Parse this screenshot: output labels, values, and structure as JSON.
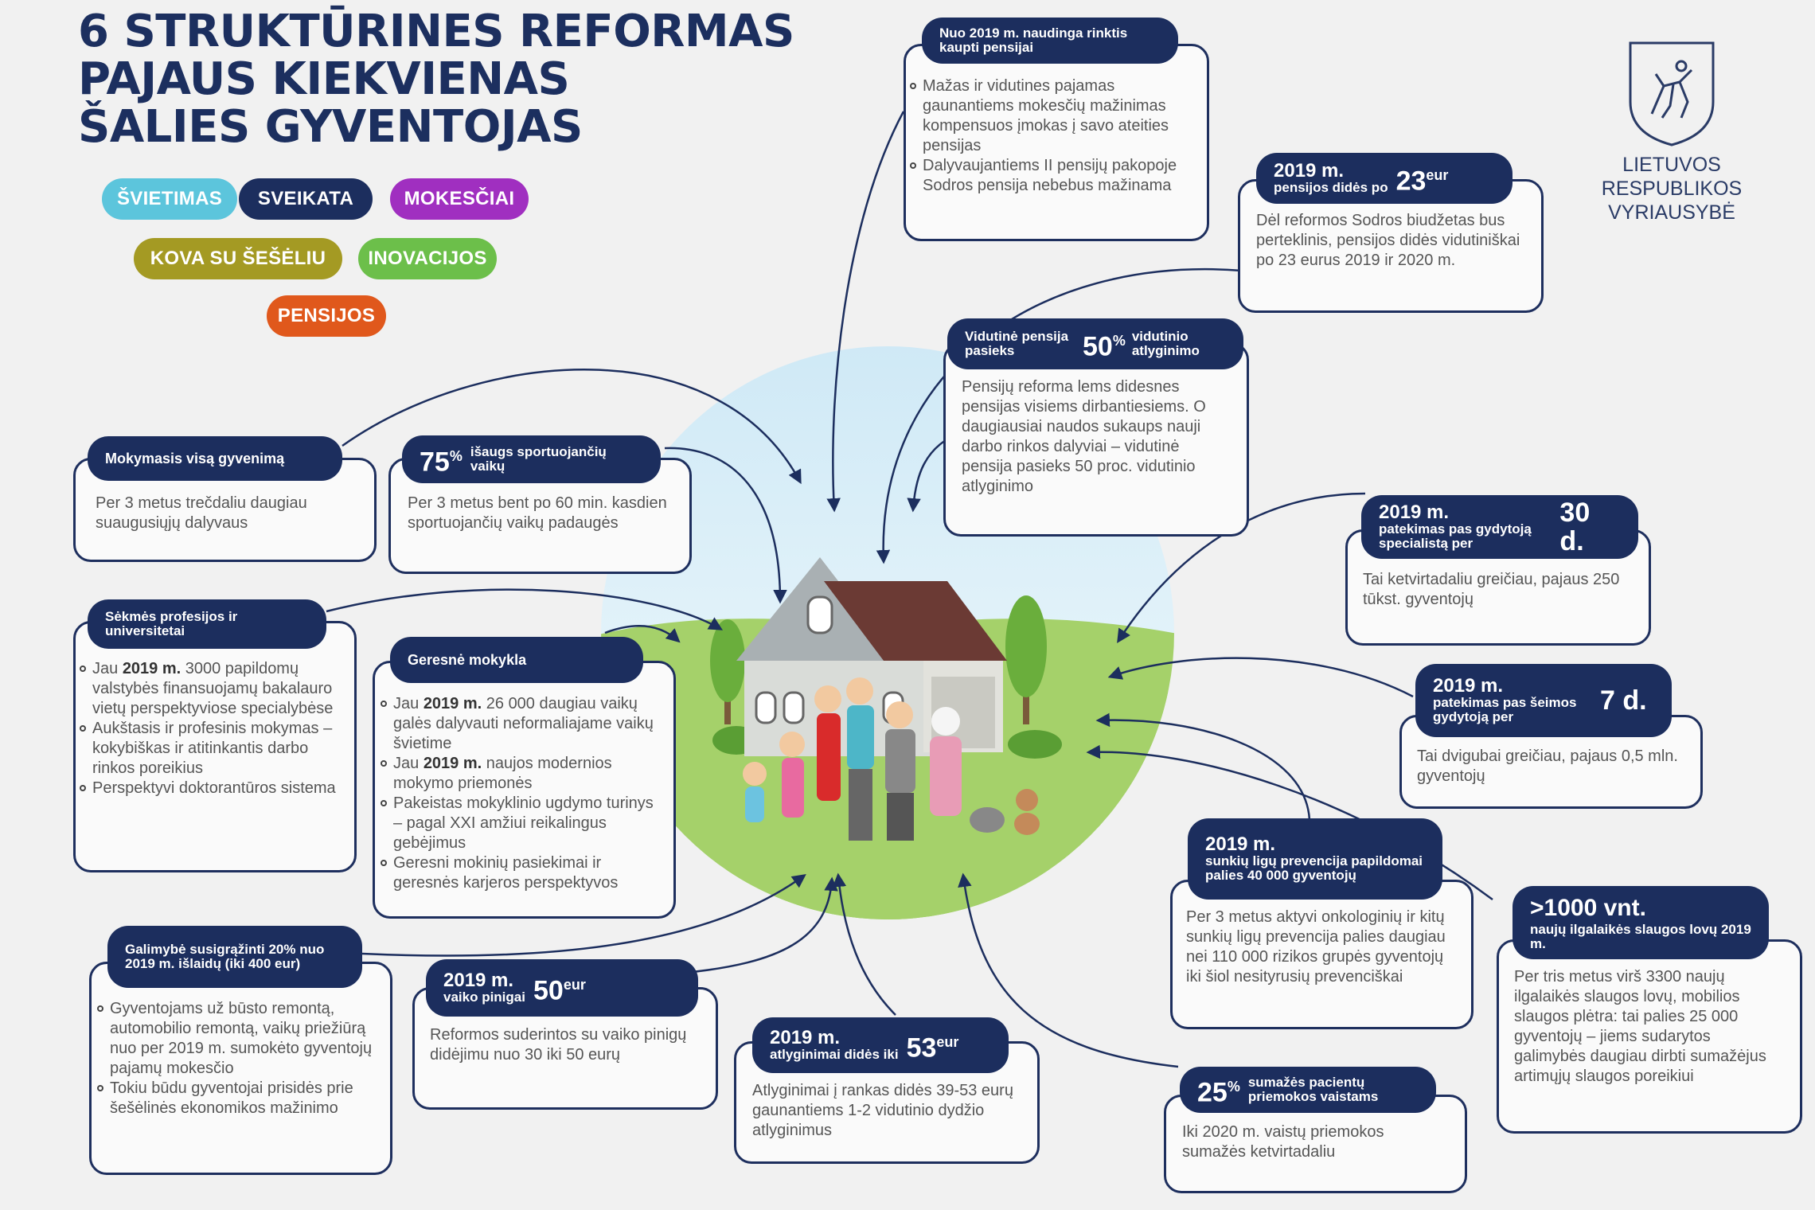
{
  "title": [
    "6 STRUKTŪRINES REFORMAS",
    "PAJAUS KIEKVIENAS",
    "ŠALIES GYVENTOJAS"
  ],
  "tags": [
    {
      "label": "ŠVIETIMAS",
      "color": "#5cc5dc"
    },
    {
      "label": "SVEIKATA",
      "color": "#1c2e5e"
    },
    {
      "label": "MOKESČIAI",
      "color": "#a02fc0"
    },
    {
      "label": "KOVA SU ŠEŠĖLIU",
      "color": "#a49a23"
    },
    {
      "label": "INOVACIJOS",
      "color": "#6cbf4a"
    },
    {
      "label": "PENSIJOS",
      "color": "#e0581c"
    }
  ],
  "gov": [
    "LIETUVOS",
    "RESPUBLIKOS",
    "VYRIAUSYBĖ"
  ],
  "cards": {
    "mokymasis": {
      "header": "Mokymasis visą gyvenimą",
      "text": "Per 3 metus trečdaliu daugiau suaugusiųjų dalyvaus"
    },
    "sportas": {
      "big": "75",
      "pct": "%",
      "small": "išaugs sportuojančių vaikų",
      "text": "Per 3 metus bent po 60 min. kasdien sportuojančių vaikų padaugės"
    },
    "sekmes": {
      "header": "Sėkmės profesijos ir universitetai",
      "items": [
        "Jau |2019 m.| 3000 papildomų valstybės finansuojamų bakalauro vietų perspektyviose specialybėse",
        "Aukštasis ir profesinis mokymas – kokybiškas ir atitinkantis darbo rinkos poreikius",
        "Perspektyvi  doktorantūros sistema"
      ]
    },
    "mokykla": {
      "header": "Geresnė mokykla",
      "items": [
        "Jau |2019 m.| 26 000 daugiau vaikų galės dalyvauti neformaliajame vaikų švietime",
        "Jau |2019 m.| naujos modernios mokymo priemonės",
        "Pakeistas mokyklinio ugdymo turinys – pagal XXI amžiui reikalingus gebėjimus",
        "Geresni mokinių pasiekimai ir geresnės karjeros perspektyvos"
      ]
    },
    "galimybe": {
      "header": "Galimybė susigrąžinti 20% nuo 2019 m. išlaidų (iki 400 eur)",
      "items": [
        "Gyventojams už būsto remontą, automobilio remontą, vaikų priežiūrą nuo per 2019 m. sumokėto gyventojų pajamų mokesčio",
        "Tokiu būdu gyventojai prisidės prie šešėlinės ekonomikos mažinimo"
      ]
    },
    "vaiko": {
      "yr": "2019 m.",
      "small": "vaiko pinigai",
      "big": "50",
      "sup": "eur",
      "text": "Reformos suderintos su vaiko pinigų didėjimu nuo 30 iki 50 eurų"
    },
    "atlyginimai": {
      "yr": "2019 m.",
      "small": "atlyginimai didės iki",
      "big": "53",
      "sup": "eur",
      "text": "Atlyginimai į rankas didės 39-53 eurų gaunantiems 1-2 vidutinio dydžio atlyginimus"
    },
    "kaupti": {
      "header": "Nuo |2019 m.| naudinga rinktis kaupti pensijai",
      "items": [
        "Mažas ir vidutines pajamas gaunantiems mokesčių mažinimas kompensuos įmokas į savo ateities pensijas",
        "Dalyvaujantiems II pensijų pakopoje Sodros pensija nebebus mažinama"
      ]
    },
    "pensijos23": {
      "yr": "2019 m.",
      "small": "pensijos didės po",
      "big": "23",
      "sup": "eur",
      "text": "Dėl reformos Sodros biudžetas bus perteklinis, pensijos didės vidutiniškai po 23 eurus 2019 ir 2020 m."
    },
    "vidutine": {
      "small1": "Vidutinė pensija pasieks",
      "big": "50",
      "pct": "%",
      "small2": "vidutinio atlyginimo",
      "text": "Pensijų reforma lems didesnes pensijas visiems dirbantiesiems. O daugiausiai naudos sukaups nauji darbo rinkos dalyviai – vidutinė pensija pasieks 50 proc. vidutinio atlyginimo"
    },
    "specialistas": {
      "yr": "2019 m.",
      "small": "patekimas pas gydytoją specialistą per",
      "big": "30 d.",
      "text": "Tai ketvirtadaliu greičiau, pajaus 250 tūkst. gyventojų"
    },
    "seimos": {
      "yr": "2019 m.",
      "small": "patekimas pas šeimos gydytoją per",
      "big": "7 d.",
      "text": "Tai dvigubai greičiau, pajaus 0,5 mln. gyventojų"
    },
    "prevencija": {
      "yr": "2019 m.",
      "small": "sunkių ligų prevencija papildomai palies 40 000 gyventojų",
      "text": "Per 3 metus aktyvi onkologinių ir kitų sunkių ligų prevencija palies daugiau nei 110 000 rizikos grupės gyventojų iki šiol nesityrusių prevenciškai"
    },
    "slauga": {
      "big": ">1000 vnt.",
      "small": "naujų ilgalaikės slaugos lovų 2019 m.",
      "text": "Per tris metus virš 3300 naujų ilgalaikės slaugos lovų, mobilios slaugos plėtra: tai palies 25 000 gyventojų – jiems sudarytos galimybės daugiau dirbti sumažėjus artimųjų slaugos poreikiui"
    },
    "vaistai": {
      "big": "25",
      "pct": "%",
      "small": "sumažės pacientų priemokos vaistams",
      "text": "Iki 2020 m. vaistų priemokos sumažės ketvirtadaliu"
    }
  }
}
